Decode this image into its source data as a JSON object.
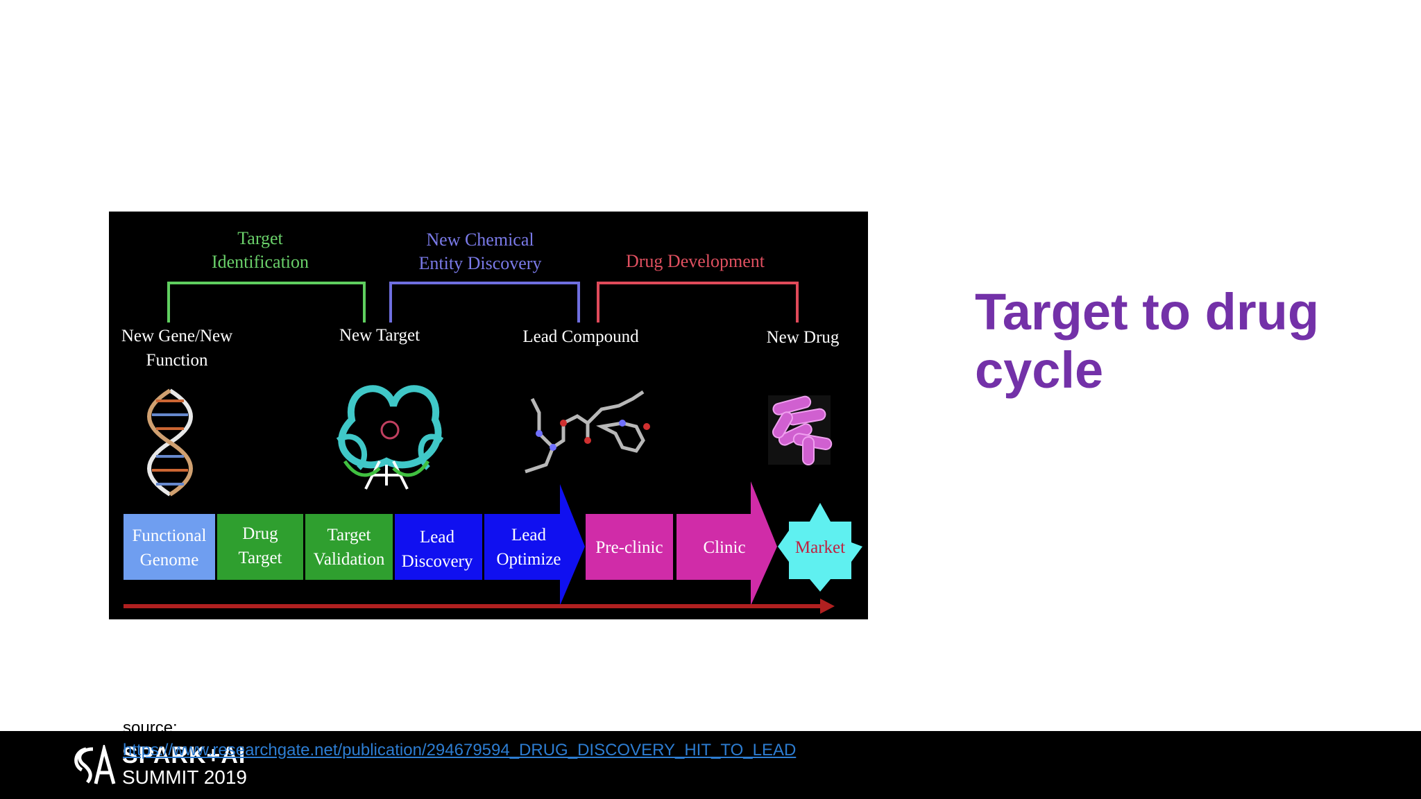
{
  "title": "Target to drug cycle",
  "figure": {
    "phases": [
      "Target Identification",
      "New Chemical Entity Discovery",
      "Drug Development"
    ],
    "phase_colors": [
      "#5fcf5f",
      "#6f6fe0",
      "#e04a5a"
    ],
    "milestones": [
      "New Gene/New Function",
      "New Target",
      "Lead Compound",
      "New Drug"
    ],
    "steps": [
      "Functional Genome",
      "Drug Target",
      "Target Validation",
      "Lead Discovery",
      "Lead Optimize",
      "Pre-clinic",
      "Clinic",
      "Market"
    ],
    "step_colors": [
      "#6f9ef0",
      "#2f9f2f",
      "#2f9f2f",
      "#1010f0",
      "#1010f0",
      "#d02ca8",
      "#d02ca8",
      "#5ff0f0"
    ]
  },
  "source": {
    "label": "source:",
    "url": "https://www.researchgate.net/publication/294679594_DRUG_DISCOVERY_HIT_TO_LEAD"
  },
  "footer": {
    "logo_name": "SPARK+AI",
    "logo_sub": "SUMMIT 2019"
  }
}
